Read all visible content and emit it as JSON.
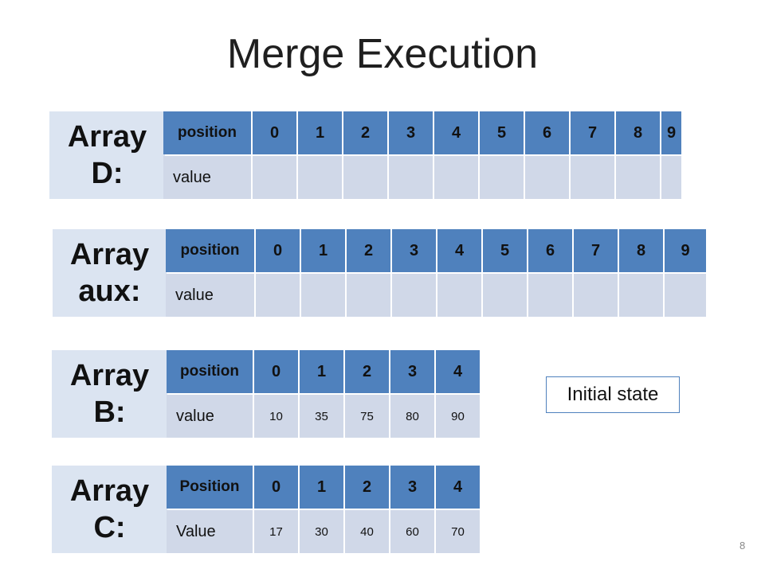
{
  "title": "Merge Execution",
  "arrays": {
    "d": {
      "label_line1": "Array",
      "label_line2": "D:",
      "header_label": "position",
      "positions": [
        "0",
        "1",
        "2",
        "3",
        "4",
        "5",
        "6",
        "7",
        "8",
        "9"
      ],
      "value_label": "value",
      "values": [
        "",
        "",
        "",
        "",
        "",
        "",
        "",
        "",
        "",
        ""
      ]
    },
    "aux": {
      "label_line1": "Array",
      "label_line2": "aux:",
      "header_label": "position",
      "positions": [
        "0",
        "1",
        "2",
        "3",
        "4",
        "5",
        "6",
        "7",
        "8",
        "9"
      ],
      "value_label": "value",
      "values": [
        "",
        "",
        "",
        "",
        "",
        "",
        "",
        "",
        "",
        ""
      ]
    },
    "b": {
      "label_line1": "Array",
      "label_line2": "B:",
      "header_label": "position",
      "positions": [
        "0",
        "1",
        "2",
        "3",
        "4"
      ],
      "value_label": "value",
      "values": [
        "10",
        "35",
        "75",
        "80",
        "90"
      ]
    },
    "c": {
      "label_line1": "Array",
      "label_line2": "C:",
      "header_label": "Position",
      "positions": [
        "0",
        "1",
        "2",
        "3",
        "4"
      ],
      "value_label": "Value",
      "values": [
        "17",
        "30",
        "40",
        "60",
        "70"
      ]
    }
  },
  "note": "Initial state",
  "page_number": "8",
  "colors": {
    "header_fill": "#4f81bd",
    "value_fill": "#d0d8e8",
    "label_fill": "#dbe4f1"
  }
}
